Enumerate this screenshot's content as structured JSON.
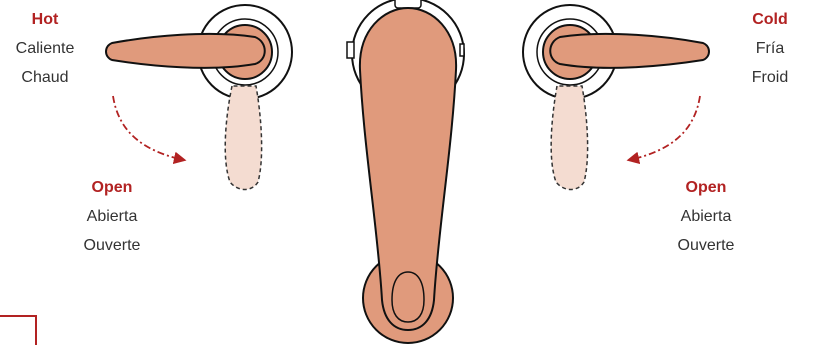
{
  "colors": {
    "handle": "#e09a7c",
    "handle_ghost": "#f4dcd1",
    "outline": "#111111",
    "accent": "#b22222",
    "text": "#333333"
  },
  "hot": {
    "title": "Hot",
    "line2": "Caliente",
    "line3": "Chaud"
  },
  "cold": {
    "title": "Cold",
    "line2": "Fría",
    "line3": "Froid"
  },
  "left_open": {
    "title": "Open",
    "line2": "Abierta",
    "line3": "Ouverte"
  },
  "right_open": {
    "title": "Open",
    "line2": "Abierta",
    "line3": "Ouverte"
  }
}
